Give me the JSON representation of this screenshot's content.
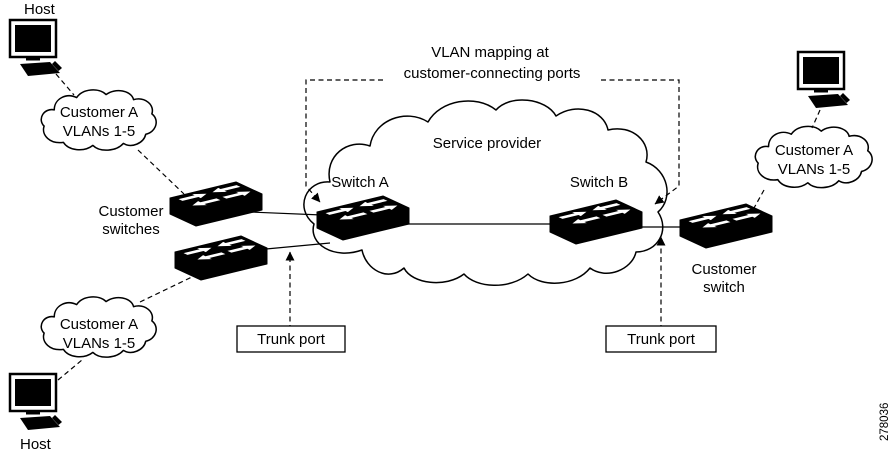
{
  "figure_number": "278036",
  "annotation": {
    "line1": "VLAN mapping at",
    "line2": "customer-connecting ports"
  },
  "nodes": {
    "host_top": {
      "label": "Host"
    },
    "host_bottom": {
      "label": "Host"
    },
    "cloud_top_left": {
      "line1": "Customer A",
      "line2": "VLANs 1-5"
    },
    "cloud_bottom_left": {
      "line1": "Customer A",
      "line2": "VLANs 1-5"
    },
    "cloud_right": {
      "line1": "Customer A",
      "line2": "VLANs 1-5"
    },
    "customer_switches": {
      "line1": "Customer",
      "line2": "switches"
    },
    "customer_switch_right": {
      "line1": "Customer",
      "line2": "switch"
    },
    "service_provider": {
      "label": "Service provider"
    },
    "switch_a": {
      "label": "Switch A"
    },
    "switch_b": {
      "label": "Switch B"
    },
    "trunk_port_left": {
      "label": "Trunk port"
    },
    "trunk_port_right": {
      "label": "Trunk port"
    }
  },
  "colors": {
    "ink": "#000000",
    "background": "#ffffff"
  }
}
